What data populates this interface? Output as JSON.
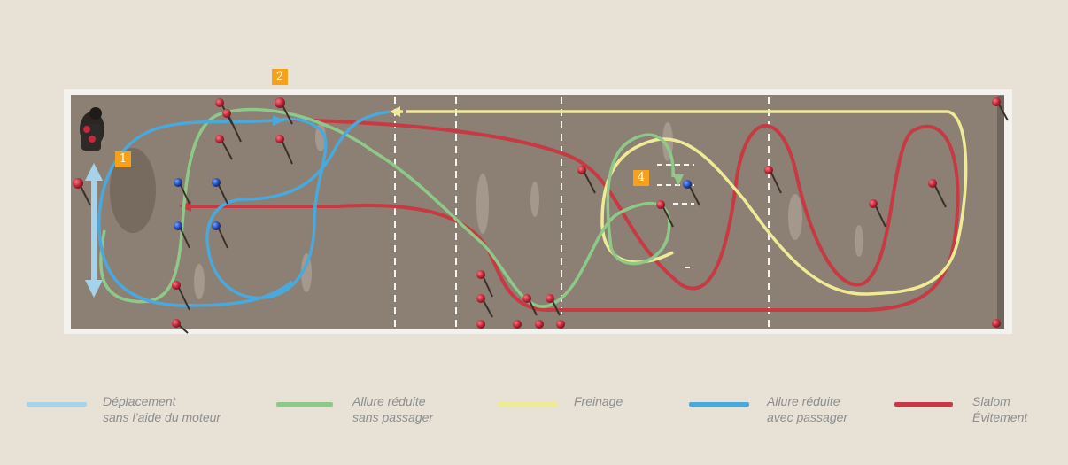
{
  "badges": [
    {
      "id": "1",
      "label": "1",
      "color": "#f5a21a"
    },
    {
      "id": "2",
      "label": "2",
      "color": "#f5a21a"
    },
    {
      "id": "4",
      "label": "4",
      "color": "#f5a21a"
    }
  ],
  "legend": [
    {
      "key": "deplacement",
      "label": "Déplacement\nsans l’aide du moteur",
      "color": "#a6d3ea"
    },
    {
      "key": "allure-sans",
      "label": "Allure réduite\nsans passager",
      "color": "#8fc98a"
    },
    {
      "key": "freinage",
      "label": "Freinage",
      "color": "#efea96"
    },
    {
      "key": "allure-avec",
      "label": "Allure réduite\navec passager",
      "color": "#4aa9dc"
    },
    {
      "key": "slalom",
      "label": "Slalom\nÉvitement",
      "color": "#c73a44"
    }
  ],
  "colors": {
    "background": "#e8e1d6",
    "field": "#8c7f73",
    "field_border": "#f4f2ee",
    "cone_red": "#c4283a",
    "cone_blue": "#2a4fb8",
    "label_text": "#8b8f8f"
  }
}
